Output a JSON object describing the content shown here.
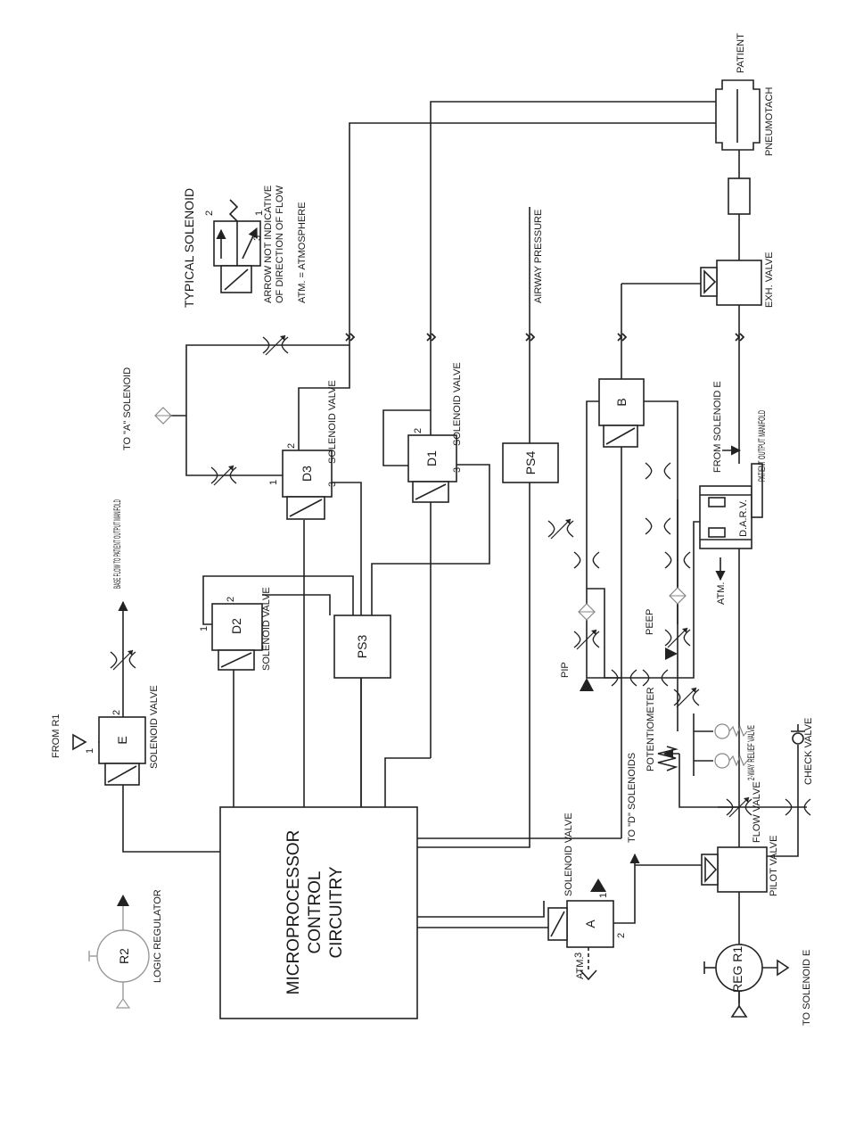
{
  "components": {
    "e_valve": {
      "id": "E",
      "label": "SOLENOID VALVE",
      "port1": "1",
      "port2": "2"
    },
    "d2_valve": {
      "id": "D2",
      "label": "SOLENOID VALVE",
      "port1": "1",
      "port2": "2"
    },
    "d3_valve": {
      "id": "D3",
      "label": "SOLENOID VALVE",
      "port1": "1",
      "port2": "2",
      "port3": "3"
    },
    "d1_valve": {
      "id": "D1",
      "label": "SOLENOID VALVE",
      "port2": "2",
      "port3": "3"
    },
    "a_valve": {
      "id": "A",
      "label": "SOLENOID VALVE",
      "port1": "1",
      "port2": "2",
      "port3": "3"
    },
    "b_valve": {
      "id": "B"
    },
    "ps3": {
      "id": "PS3"
    },
    "ps4": {
      "id": "PS4"
    },
    "darv": {
      "id": "D.A.R.V."
    },
    "r2": {
      "id": "R2",
      "label": "LOGIC REGULATOR"
    },
    "reg_r1": {
      "id": "REG R1."
    },
    "microprocessor": {
      "line1": "MICROPROCESSOR",
      "line2": "CONTROL",
      "line3": "CIRCUITRY"
    },
    "exh_valve": {
      "label": "EXH. VALVE"
    },
    "pilot_valve": {
      "label": "PILOT VALVE"
    }
  },
  "labels": {
    "from_r1": "FROM R1",
    "base_flow": "BASE FLOW TO PATIENT OUTPUT MANIFOLD",
    "to_a_solenoid": "TO \"A\" SOLENOID",
    "airway_pressure": "AIRWAY PRESSURE",
    "patient": "PATIENT",
    "pneumotach": "PNEUMOTACH",
    "from_solenoid_e": "FROM SOLENOID E",
    "patient_output_manifold": "PATIENT OUTPUT MANIFOLD",
    "atm_darv": "ATM.",
    "atm_a": "ATM.",
    "pip": "PIP",
    "peep": "PEEP",
    "potentiometer": "POTENTIOMETER",
    "relief_valve": "2-WAY RELIEF VALVE",
    "to_d_solenoids": "TO \"D\" SOLENOIDS",
    "flow_valve": "FLOW VALVE",
    "check_valve": "CHECK VALVE",
    "to_solenoid_e": "TO SOLENOID E"
  },
  "legend": {
    "title": "TYPICAL SOLENOID",
    "note1": "ARROW NOT INDICATIVE",
    "note2": "OF DIRECTION OF FLOW",
    "atm_note": "ATM. = ATMOSPHERE",
    "port1": "1",
    "port2": "2",
    "port3": "3"
  }
}
